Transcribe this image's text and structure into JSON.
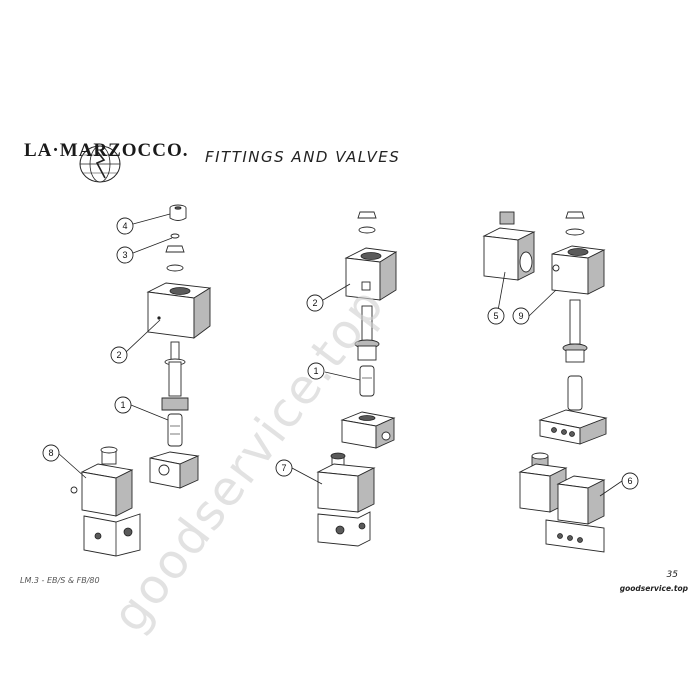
{
  "header": {
    "brand": "LA·MARZOCCO.",
    "title": "FITTINGS AND VALVES"
  },
  "callouts": [
    "4",
    "3",
    "2",
    "1",
    "8",
    "2",
    "1",
    "7",
    "5",
    "9",
    "6"
  ],
  "footer": {
    "left_text": "LM.3 - EB/S & FB/80",
    "page_number": "35",
    "right_text": "goodservice.top"
  },
  "watermark": "goodservice.top",
  "colors": {
    "line": "#222222",
    "shade": "#b9b9b9",
    "dark": "#5a5a5a",
    "watermark": "#cfcfcf"
  },
  "icons": [
    "globe-logo-icon"
  ]
}
